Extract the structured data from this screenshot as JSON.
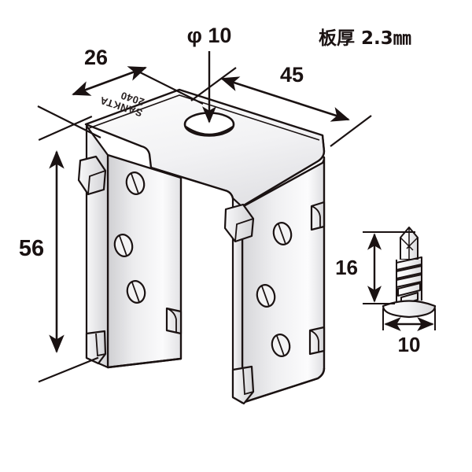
{
  "drawing": {
    "type": "isometric technical product drawing",
    "subject": "U-shaped sheet metal channel bracket with self-drilling screw",
    "background_color": "#ffffff",
    "line_color": "#1a1212",
    "metal_light": "#ffffff",
    "metal_mid": "#e9e9ea",
    "metal_dark": "#c9c9cc"
  },
  "notes": {
    "thickness_label": "板厚 2.3㎜"
  },
  "dimensions": {
    "hole_diameter": "φ 10",
    "top_depth": "26",
    "top_width": "45",
    "leg_height": "56"
  },
  "brand": {
    "line1": "SANKTA",
    "line2": "2040"
  },
  "screw": {
    "length": "16",
    "head_diameter": "10"
  }
}
